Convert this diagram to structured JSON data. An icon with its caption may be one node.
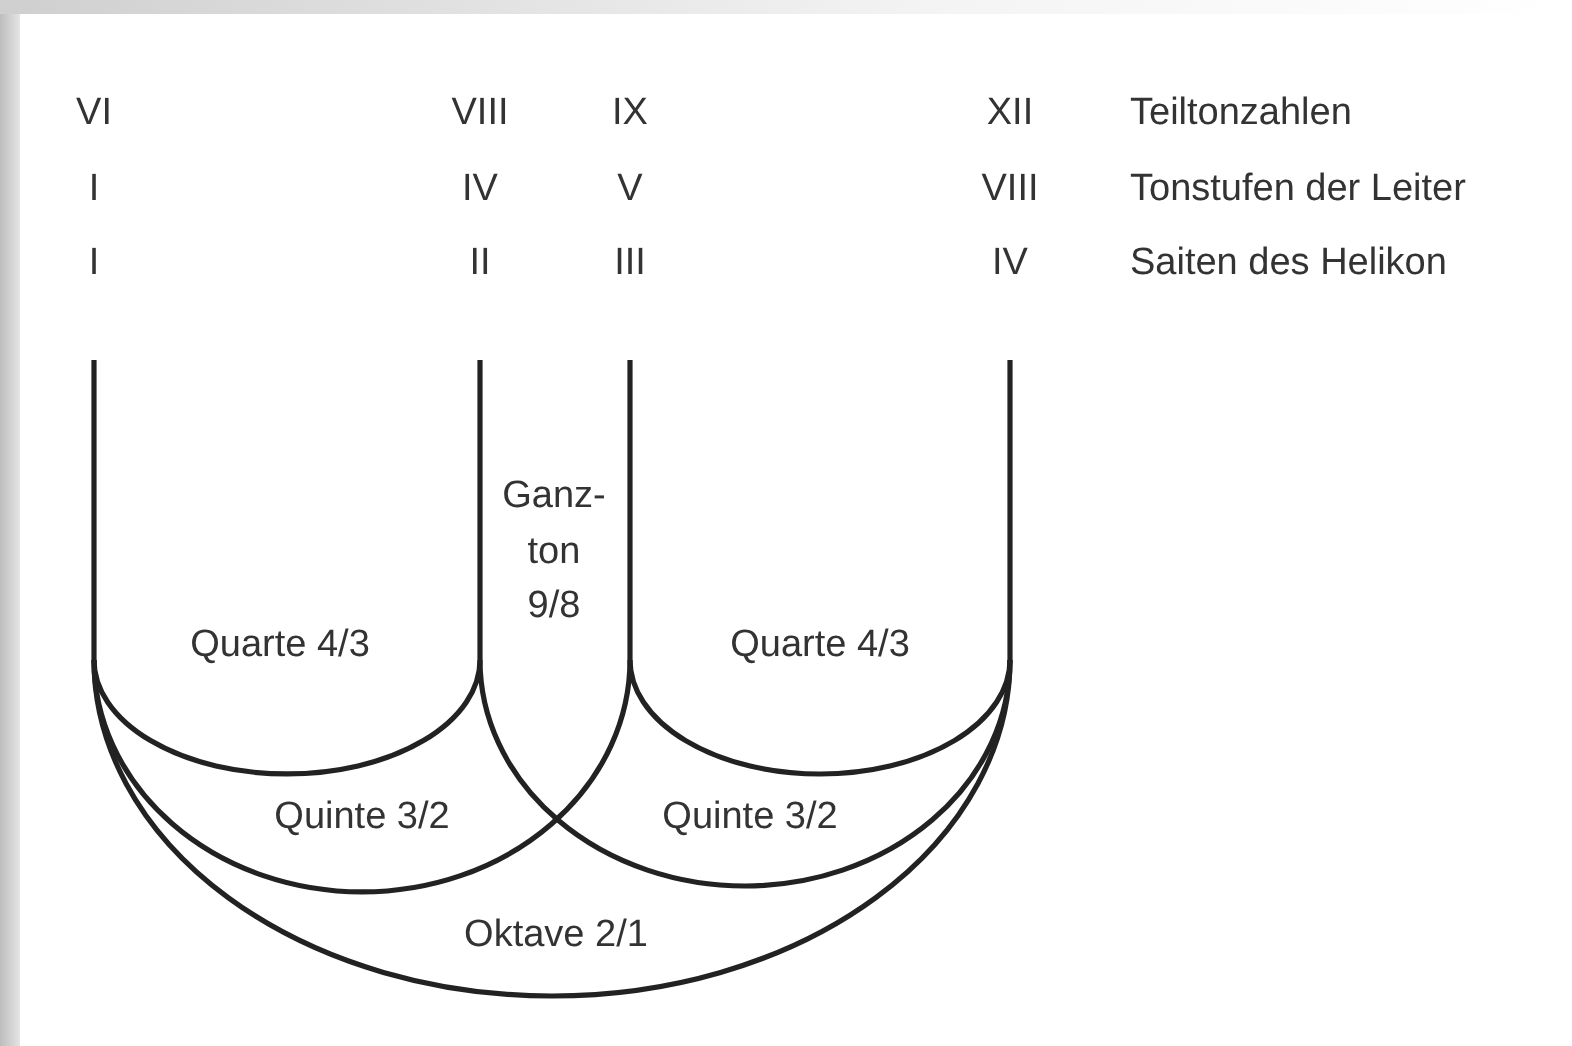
{
  "diagram": {
    "labels": [
      "VI",
      "VIII",
      "IX",
      "XII",
      "Teiltonzahlen",
      "I",
      "IV",
      "V",
      "VIII",
      "Tonstufen der Leiter",
      "I",
      "II",
      "III",
      "IV",
      "Saiten des Helikon",
      "Ganz- ton 9/8",
      "Quarte 4/3",
      "Quarte 4/3",
      "Quinte 3/2",
      "Quinte 3/2",
      "Oktave 2/1"
    ]
  }
}
